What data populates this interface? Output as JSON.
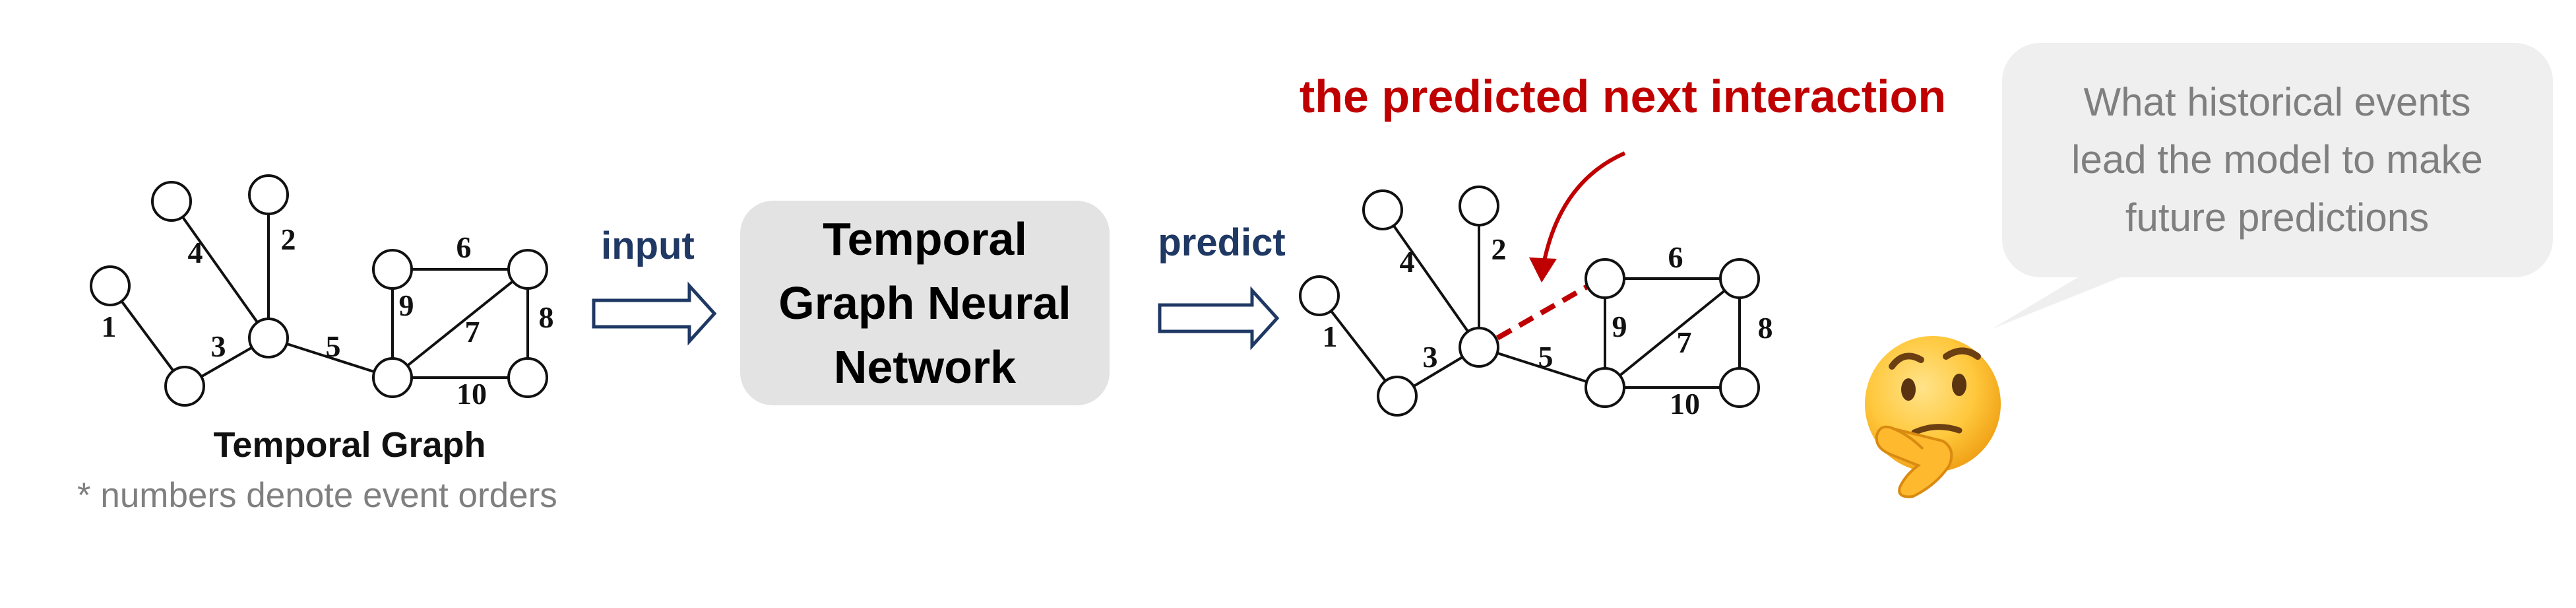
{
  "left_graph": {
    "title": "Temporal Graph",
    "note": "* numbers denote event orders",
    "edge_labels": [
      "1",
      "2",
      "3",
      "4",
      "5",
      "6",
      "7",
      "8",
      "9",
      "10"
    ]
  },
  "arrows": {
    "input_label": "input",
    "predict_label": "predict"
  },
  "model_box": {
    "line1": "Temporal",
    "line2": "Graph Neural",
    "line3": "Network"
  },
  "right_graph": {
    "prediction_label": "the predicted next interaction",
    "edge_labels": [
      "1",
      "2",
      "3",
      "4",
      "5",
      "6",
      "7",
      "8",
      "9",
      "10"
    ]
  },
  "speech_bubble": {
    "line1": "What historical events",
    "line2": "lead the model to make",
    "line3": "future predictions"
  },
  "emoji": {
    "name": "thinking-face-icon"
  },
  "colors": {
    "accent_red": "#c00000",
    "navy": "#1f3864",
    "box_fill": "#e3e3e3",
    "bubble_fill": "#efefef",
    "gray_text": "#7f7f7f",
    "emoji_yellow": "#ffc83d"
  }
}
